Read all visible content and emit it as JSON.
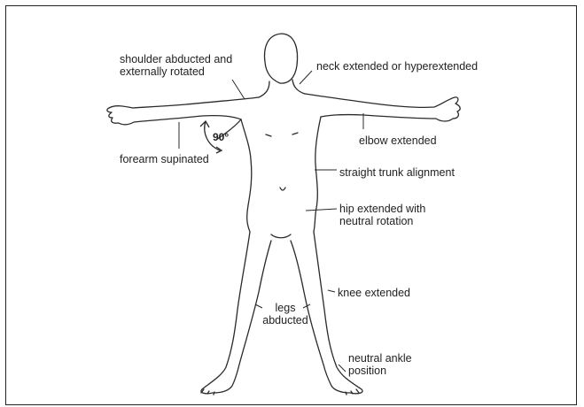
{
  "diagram": {
    "labels": {
      "shoulder": "shoulder abducted and externally rotated",
      "neck": "neck extended or hyperextended",
      "angle": "90°",
      "elbow": "elbow extended",
      "forearm": "forearm supinated",
      "trunk": "straight trunk alignment",
      "hip": "hip extended with neutral rotation",
      "knee": "knee extended",
      "legs": "legs abducted",
      "ankle": "neutral ankle position"
    }
  }
}
